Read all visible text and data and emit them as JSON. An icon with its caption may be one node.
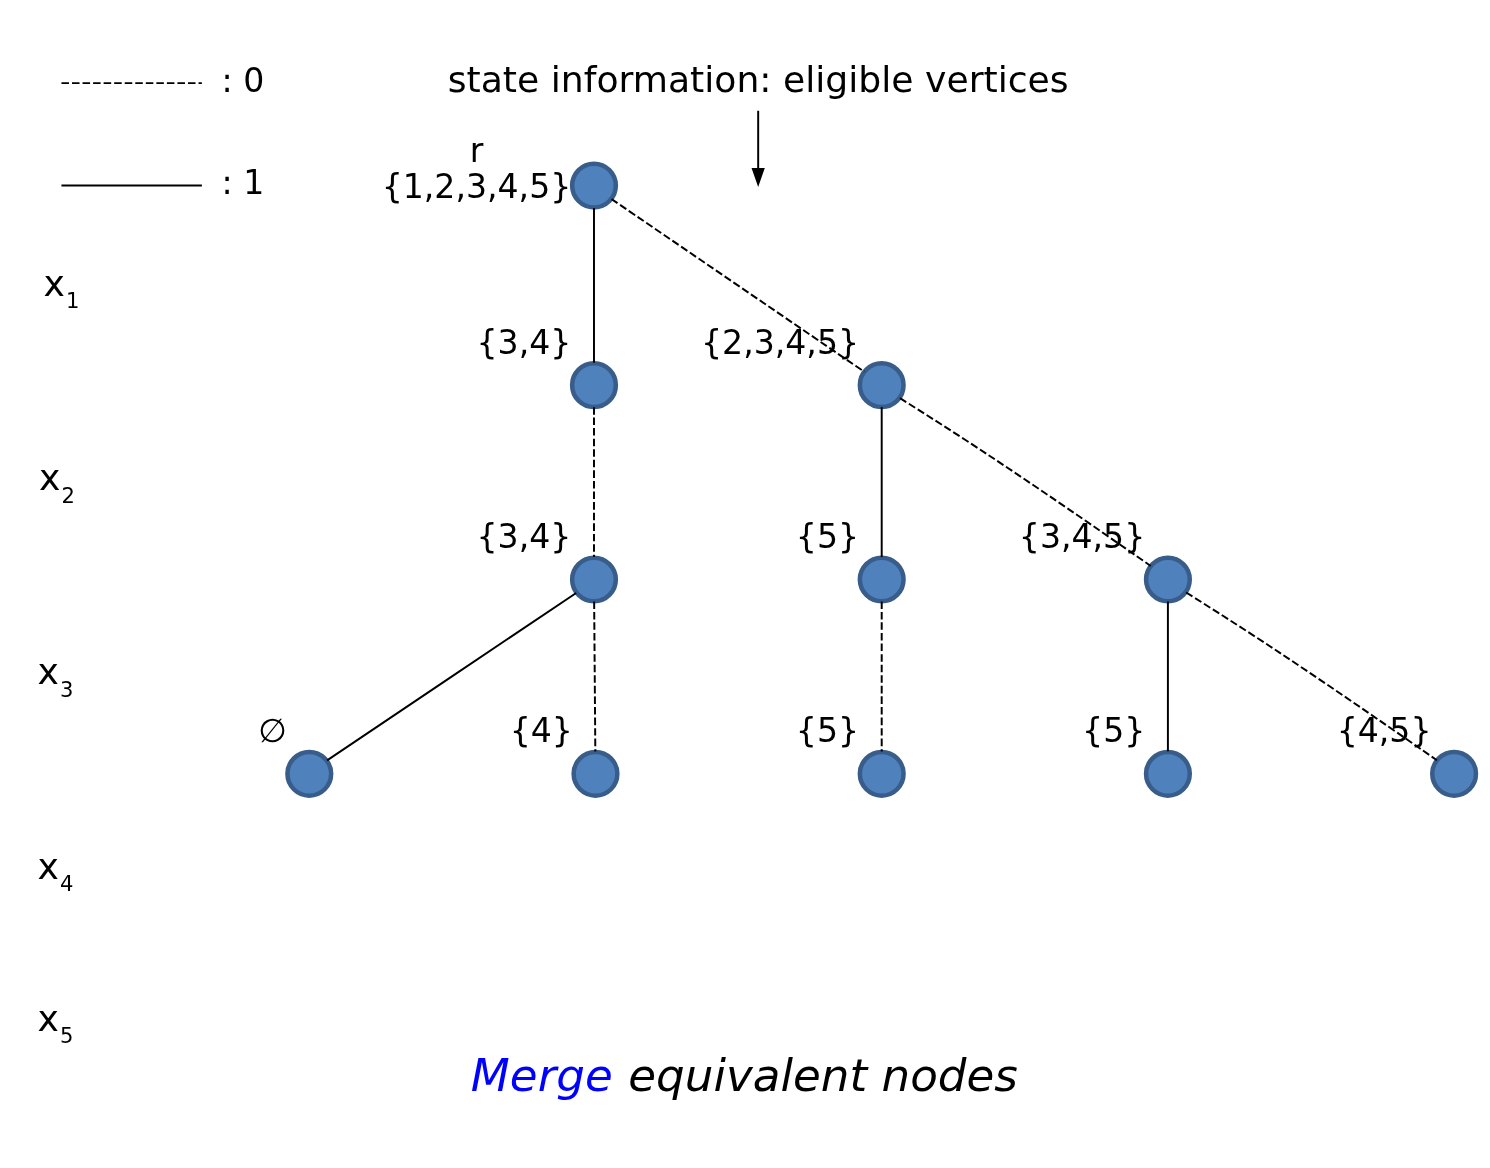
{
  "diagram": {
    "caption": "Merge equivalent nodes",
    "nodes": [
      {
        "text": [],
        "shape": "circle",
        "beside": [
          "r",
          "{1,2,3,4,5}"
        ]
      },
      {
        "text": [],
        "shape": "circle",
        "beside": [
          "{3,4}"
        ]
      },
      {
        "text": [],
        "shape": "circle",
        "beside": [
          "{2,3,4,5}"
        ]
      },
      {
        "text": [],
        "shape": "circle",
        "beside": [
          "{3,4}"
        ]
      },
      {
        "text": [],
        "shape": "circle",
        "beside": [
          "{5}"
        ]
      },
      {
        "text": [],
        "shape": "circle",
        "beside": [
          "{3,4,5}"
        ]
      },
      {
        "text": [],
        "shape": "circle",
        "beside": [
          "∅"
        ]
      },
      {
        "text": [],
        "shape": "circle",
        "beside": [
          "{4}"
        ]
      },
      {
        "text": [],
        "shape": "circle",
        "beside": [
          "{5}"
        ]
      },
      {
        "text": [],
        "shape": "circle",
        "beside": [
          "{5}"
        ]
      },
      {
        "text": [],
        "shape": "circle",
        "beside": [
          "{4,5}"
        ]
      },
      {
        "text": [
          "state information: eligible vertices"
        ]
      }
    ],
    "edges": [
      {
        "from": 0,
        "to": 1,
        "arrow": "none"
      },
      {
        "from": 0,
        "to": 2,
        "arrow": "none",
        "style": "dashed"
      },
      {
        "from": 1,
        "to": 3,
        "arrow": "none",
        "style": "dashed"
      },
      {
        "from": 2,
        "to": 4,
        "arrow": "none"
      },
      {
        "from": 2,
        "to": 5,
        "arrow": "none",
        "style": "dashed"
      },
      {
        "from": 3,
        "to": 6,
        "arrow": "none"
      },
      {
        "from": 3,
        "to": 7,
        "arrow": "none",
        "style": "dashed"
      },
      {
        "from": 4,
        "to": 8,
        "arrow": "none",
        "style": "dashed"
      },
      {
        "from": 5,
        "to": 9,
        "arrow": "none"
      },
      {
        "from": 5,
        "to": 10,
        "arrow": "none",
        "style": "dashed"
      },
      {
        "from": 11,
        "to": null,
        "arrow": "to"
      }
    ],
    "labels": [
      "x$_{1}$",
      "x$_{2}$",
      "x$_{3}$",
      "x$_{4}$",
      "x$_{5}$"
    ],
    "legend": [
      {
        "text": ": 0"
      },
      {
        "text": ": 1"
      }
    ]
  }
}
